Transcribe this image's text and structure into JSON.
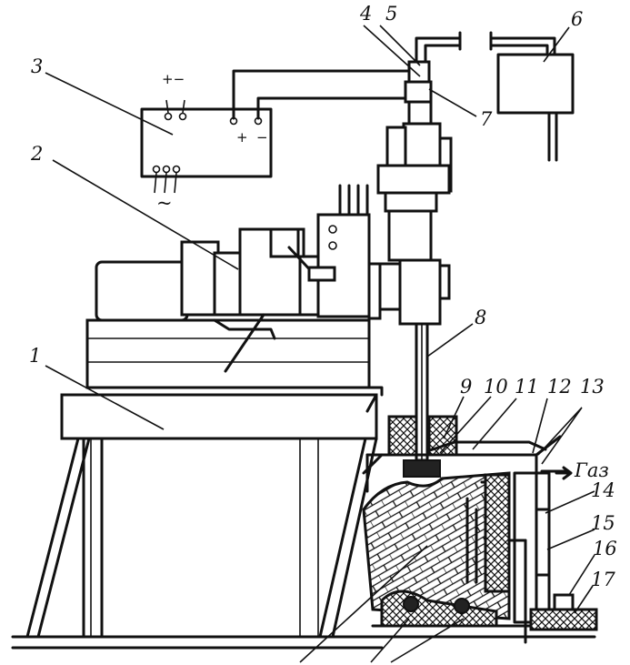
{
  "labels": {
    "n1": "1",
    "n2": "2",
    "n3": "3",
    "n4": "4",
    "n5": "5",
    "n6": "6",
    "n7": "7",
    "n8": "8",
    "n9": "9",
    "n10": "10",
    "n11": "11",
    "n12": "12",
    "n13": "13",
    "n14": "14",
    "n15": "15",
    "n16": "16",
    "n17": "17",
    "gas": "Газ"
  },
  "power_supply": {
    "dc_plus": "+",
    "dc_minus": "−",
    "ac_symbol": "~",
    "top_terminals": "+−"
  }
}
